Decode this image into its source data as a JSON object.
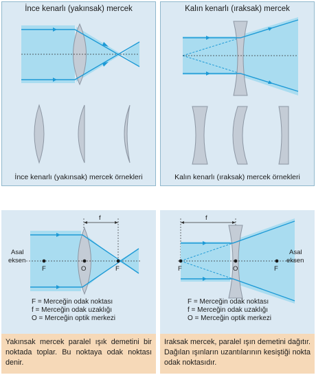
{
  "panels": {
    "convex_top": {
      "title": "İnce kenarlı (yakınsak) mercek",
      "caption": "İnce kenarlı (yakınsak) mercek örnekleri"
    },
    "concave_top": {
      "title": "Kalın kenarlı (ıraksak) mercek",
      "caption": "Kalın kenarlı (ıraksak) mercek örnekleri"
    },
    "convex_bottom": {
      "axis_label_1": "Asal",
      "axis_label_2": "eksen",
      "f_label": "f",
      "F_left": "F",
      "O_label": "O",
      "F_right": "F",
      "legend": [
        "F  = Merceğin odak noktası",
        "f   = Merceğin odak uzaklığı",
        "O  = Merceğin optik merkezi"
      ],
      "note": "Yakınsak mercek paralel ışık demetini bir noktada toplar. Bu noktaya odak noktası denir."
    },
    "concave_bottom": {
      "axis_label_1": "Asal",
      "axis_label_2": "eksen",
      "f_label": "f",
      "F_left": "F",
      "O_label": "O",
      "F_right": "F",
      "legend": [
        "F  = Merceğin odak noktası",
        "f   = Merceğin odak uzaklığı",
        "O  = Merceğin optik merkezi"
      ],
      "note": "Iraksak mercek, paralel ışın demetini dağıtır. Dağılan ışınların uzantılarının kesiştiği nokta odak noktasıdır."
    }
  },
  "colors": {
    "panel_bg": "#dbe9f3",
    "beam": "#a9dcf0",
    "ray": "#1e9ad6",
    "lens": "#b9c3cf",
    "note_bg": "#f6d9b8",
    "border": "#8fb7cc"
  }
}
